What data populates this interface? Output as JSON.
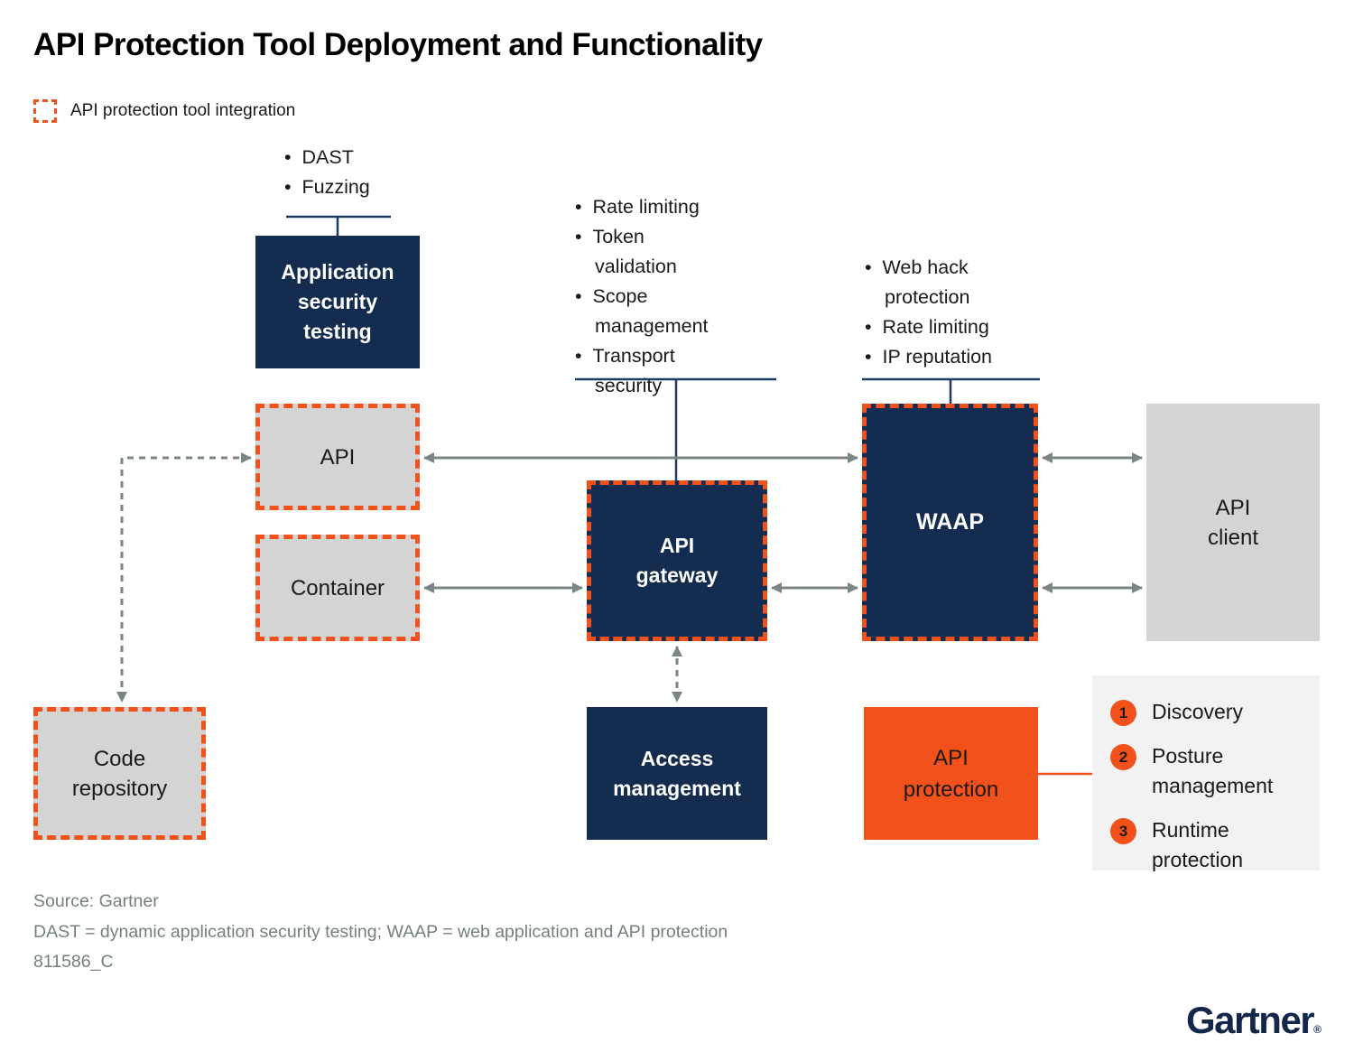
{
  "title": "API Protection Tool Deployment and Functionality",
  "legend": {
    "label": "API protection tool integration"
  },
  "colors": {
    "navy": "#132c4f",
    "orange": "#f2511b",
    "box_gray": "#d4d4d4",
    "panel_gray": "#f2f2f2",
    "arrow_gray": "#7a8685",
    "footer_gray": "#73807e"
  },
  "callouts": {
    "ast": {
      "items": [
        "DAST",
        "Fuzzing"
      ]
    },
    "gateway": {
      "items": [
        "Rate limiting",
        "Token validation",
        "Scope management",
        "Transport security"
      ]
    },
    "waap": {
      "items": [
        "Web hack protection",
        "Rate limiting",
        "IP reputation"
      ]
    }
  },
  "boxes": {
    "application_security_testing": {
      "label": "Application security testing"
    },
    "api": {
      "label": "API"
    },
    "container": {
      "label": "Container"
    },
    "code_repository": {
      "label": "Code repository"
    },
    "api_gateway": {
      "label": "API gateway"
    },
    "waap": {
      "label": "WAAP"
    },
    "access_management": {
      "label": "Access management"
    },
    "api_protection": {
      "label": "API protection"
    },
    "api_client": {
      "label": "API client"
    }
  },
  "api_protection_functions": [
    {
      "number": "1",
      "label": "Discovery"
    },
    {
      "number": "2",
      "label": "Posture management"
    },
    {
      "number": "3",
      "label": "Runtime protection"
    }
  ],
  "footer": {
    "source": "Source: Gartner",
    "abbreviations": "DAST = dynamic application security testing; WAAP = web application and API protection",
    "figure_id": "811586_C"
  },
  "brand": {
    "logo_text": "Gartner",
    "registered": "®"
  }
}
